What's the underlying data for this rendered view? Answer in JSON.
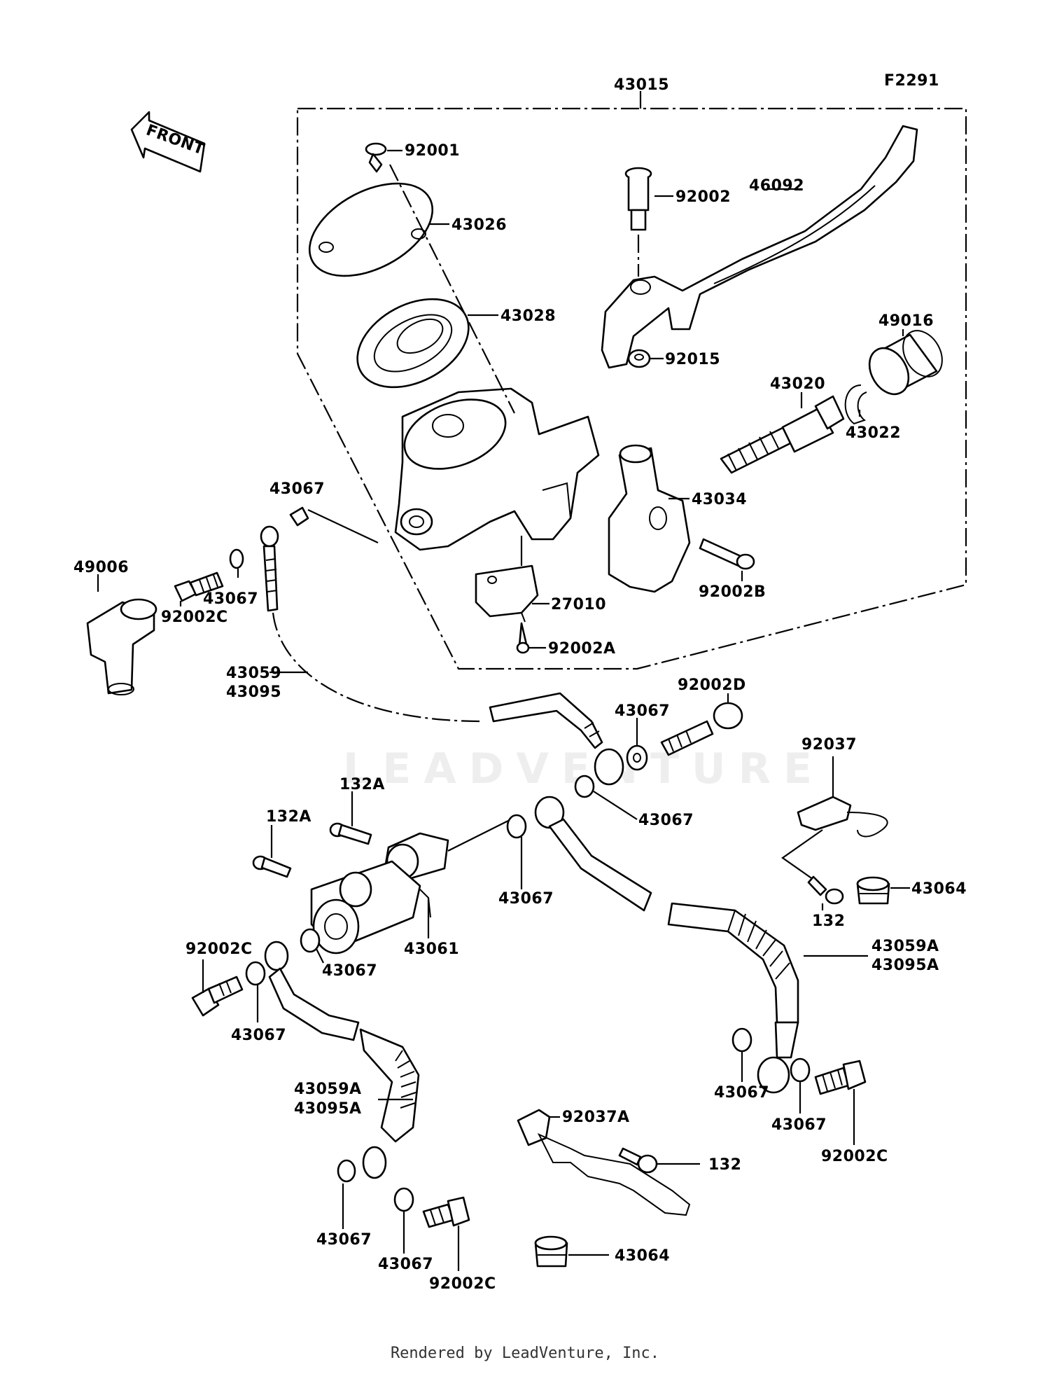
{
  "figure_code": "F2291",
  "front_label": "FRONT",
  "watermark": "LEADVENTURE",
  "credit": "Rendered by LeadVenture, Inc.",
  "parts": {
    "p43015": "43015",
    "p92001": "92001",
    "p43026": "43026",
    "p43028": "43028",
    "p92002": "92002",
    "p46092": "46092",
    "p92015": "92015",
    "p49016": "49016",
    "p43020": "43020",
    "p43022": "43022",
    "p43034": "43034",
    "p92002B": "92002B",
    "p27010": "27010",
    "p92002A": "92002A",
    "p43067_top": "43067",
    "p49006": "49006",
    "p43067_mid": "43067",
    "p92002C_left": "92002C",
    "p43059": "43059",
    "p43095": "43095",
    "p43067_d": "43067",
    "p92002D": "92002D",
    "p92037": "92037",
    "p132A_a": "132A",
    "p132A_b": "132A",
    "p43067_e": "43067",
    "p43067_f": "43067",
    "p43064_a": "43064",
    "p43061": "43061",
    "p132_a": "132",
    "p92002C_b": "92002C",
    "p43067_g": "43067",
    "p43059A_r": "43059A",
    "p43095A_r": "43095A",
    "p43067_h": "43067",
    "p43059A_l": "43059A",
    "p43095A_l": "43095A",
    "p43067_i": "43067",
    "p43067_j": "43067",
    "p92002C_c": "92002C",
    "p92037A": "92037A",
    "p132_b": "132",
    "p43067_k": "43067",
    "p43067_l": "43067",
    "p92002C_d": "92002C",
    "p43064_b": "43064"
  }
}
